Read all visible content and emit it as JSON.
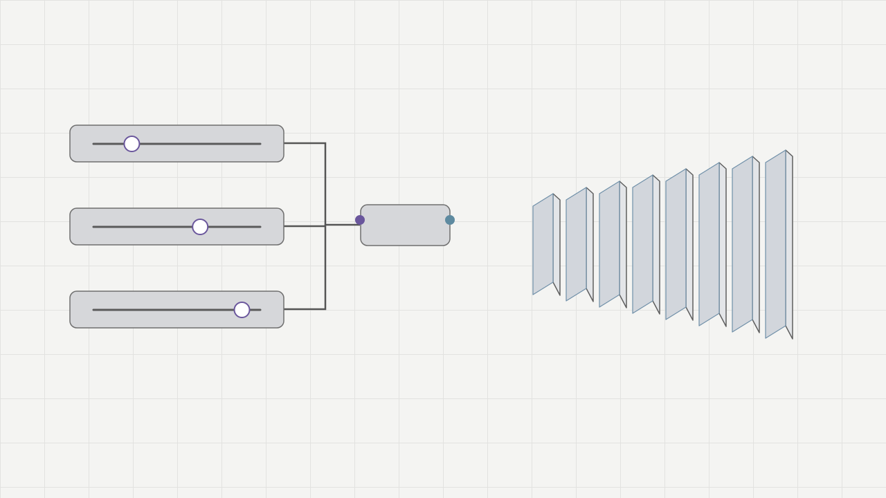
{
  "colors": {
    "background": "#f4f4f2",
    "grid": "#e2e2e0",
    "panel_fill": "#d6d7da",
    "panel_stroke": "#6e6e6e",
    "track": "#5a5a5a",
    "thumb_fill": "#ffffff",
    "thumb_stroke": "#6a569c",
    "wire": "#555555",
    "input_port": "#6a569c",
    "output_port": "#5e8aa0",
    "fin_fill": "#d2d6dc",
    "fin_edge": "#6f8fa8",
    "fin_side": "#e3e5e8"
  },
  "sliders": [
    {
      "id": "slider-1",
      "value": 0.23
    },
    {
      "id": "slider-2",
      "value": 0.64
    },
    {
      "id": "slider-3",
      "value": 0.89
    }
  ],
  "node": {
    "name": "combiner-node",
    "input_port": "input-port",
    "output_port": "output-port"
  },
  "fins": {
    "count": 8,
    "heights": [
      128,
      146,
      164,
      182,
      200,
      218,
      236,
      254
    ]
  }
}
